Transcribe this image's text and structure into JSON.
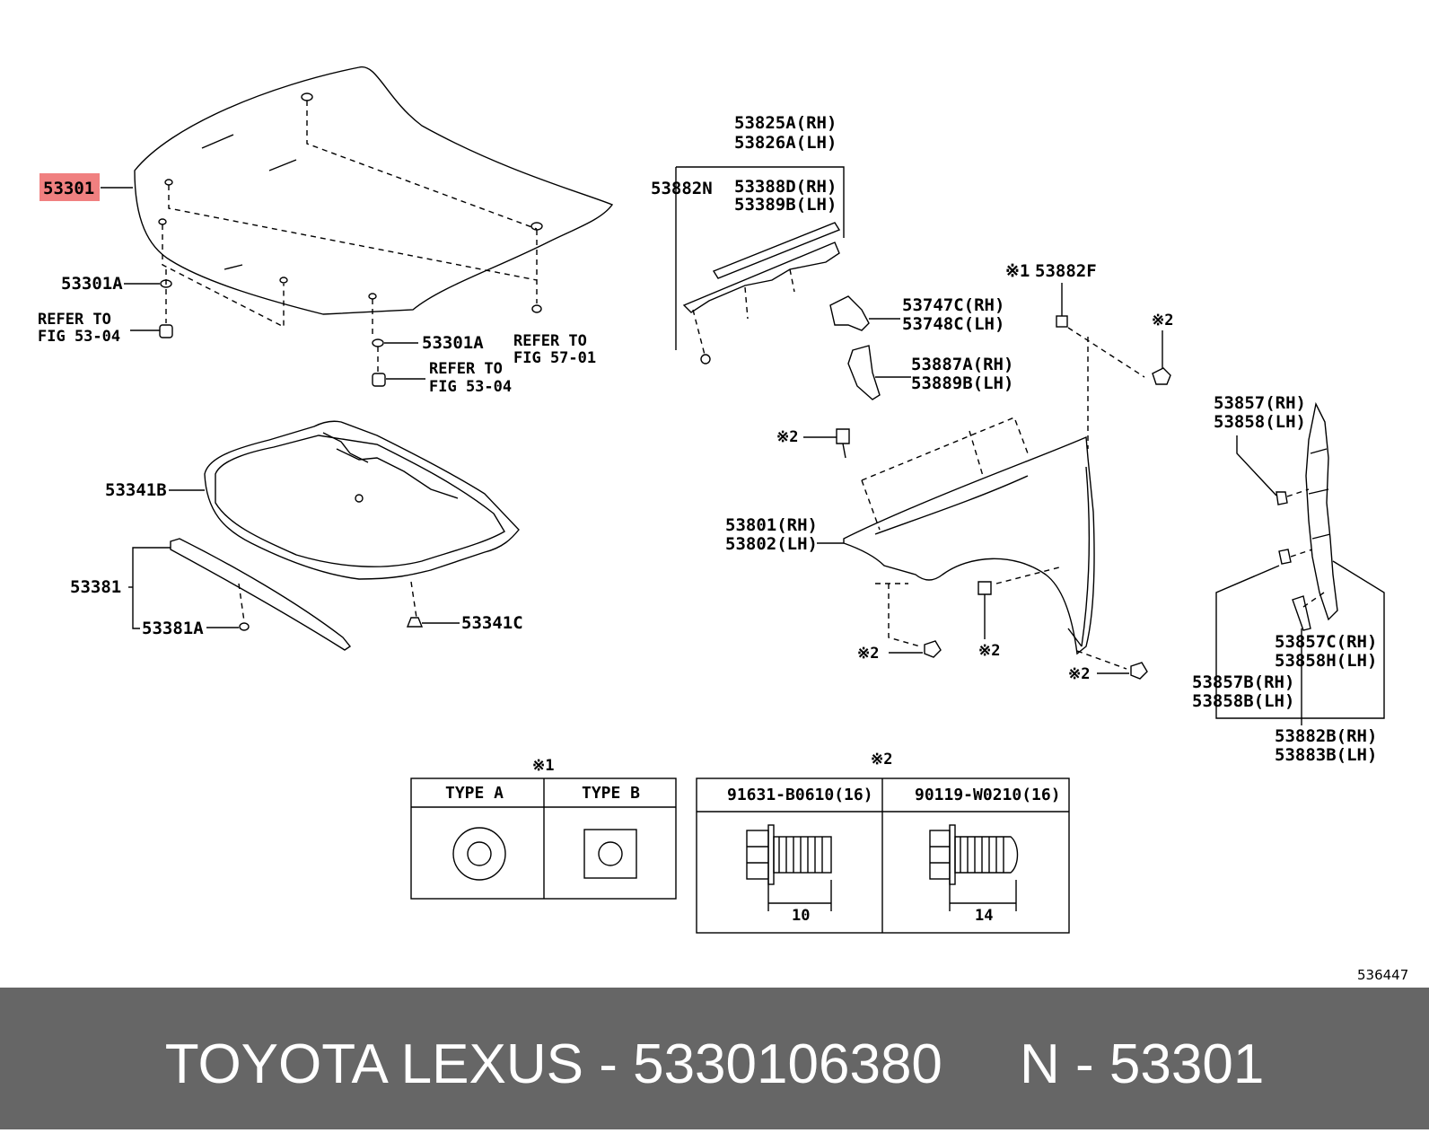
{
  "parts": {
    "hood": "53301",
    "hood_highlight_color": "#f08080",
    "hood_seal_a": "53301A",
    "hood_seal_b": "53301A",
    "refer_1": "REFER TO",
    "refer_1_fig": "FIG 53-04",
    "refer_2": "REFER TO",
    "refer_2_fig": "FIG 53-04",
    "refer_3": "REFER TO",
    "refer_3_fig": "FIG 57-01",
    "insulator": "53341B",
    "insulator_clip": "53341C",
    "seal_strip": "53381",
    "seal_strip_clip": "53381A",
    "cowl_rh": "53825A(RH)",
    "cowl_lh": "53826A(LH)",
    "cowl_clip": "53882N",
    "seal_rh": "53388D(RH)",
    "seal_lh": "53389B(LH)",
    "bracket_rh": "53747C(RH)",
    "bracket_lh": "53748C(LH)",
    "pad_rh": "53887A(RH)",
    "pad_lh": "53889B(LH)",
    "nut_mark": "※1",
    "nut": "53882F",
    "bolt_mark_1": "※2",
    "bolt_mark_2": "※2",
    "bolt_mark_3": "※2",
    "bolt_mark_4": "※2",
    "bolt_mark_5": "※2",
    "fender_rh": "53801(RH)",
    "fender_lh": "53802(LH)",
    "liner_seal_rh": "53857(RH)",
    "liner_seal_lh": "53858(LH)",
    "liner_c_rh": "53857C(RH)",
    "liner_c_lh": "53858H(LH)",
    "liner_b_rh": "53857B(RH)",
    "liner_b_lh": "53858B(LH)",
    "clip_b_rh": "53882B(RH)",
    "clip_b_lh": "53883B(LH)"
  },
  "legend_nut": {
    "mark": "※1",
    "type_a": "TYPE A",
    "type_b": "TYPE B"
  },
  "legend_bolt": {
    "mark": "※2",
    "bolt_1": "91631-B0610(16)",
    "bolt_1_length": "10",
    "bolt_2": "90119-W0210(16)",
    "bolt_2_length": "14"
  },
  "diagram_id": "536447",
  "footer": {
    "text": "TOYOTA LEXUS - 5330106380     N - 53301"
  }
}
